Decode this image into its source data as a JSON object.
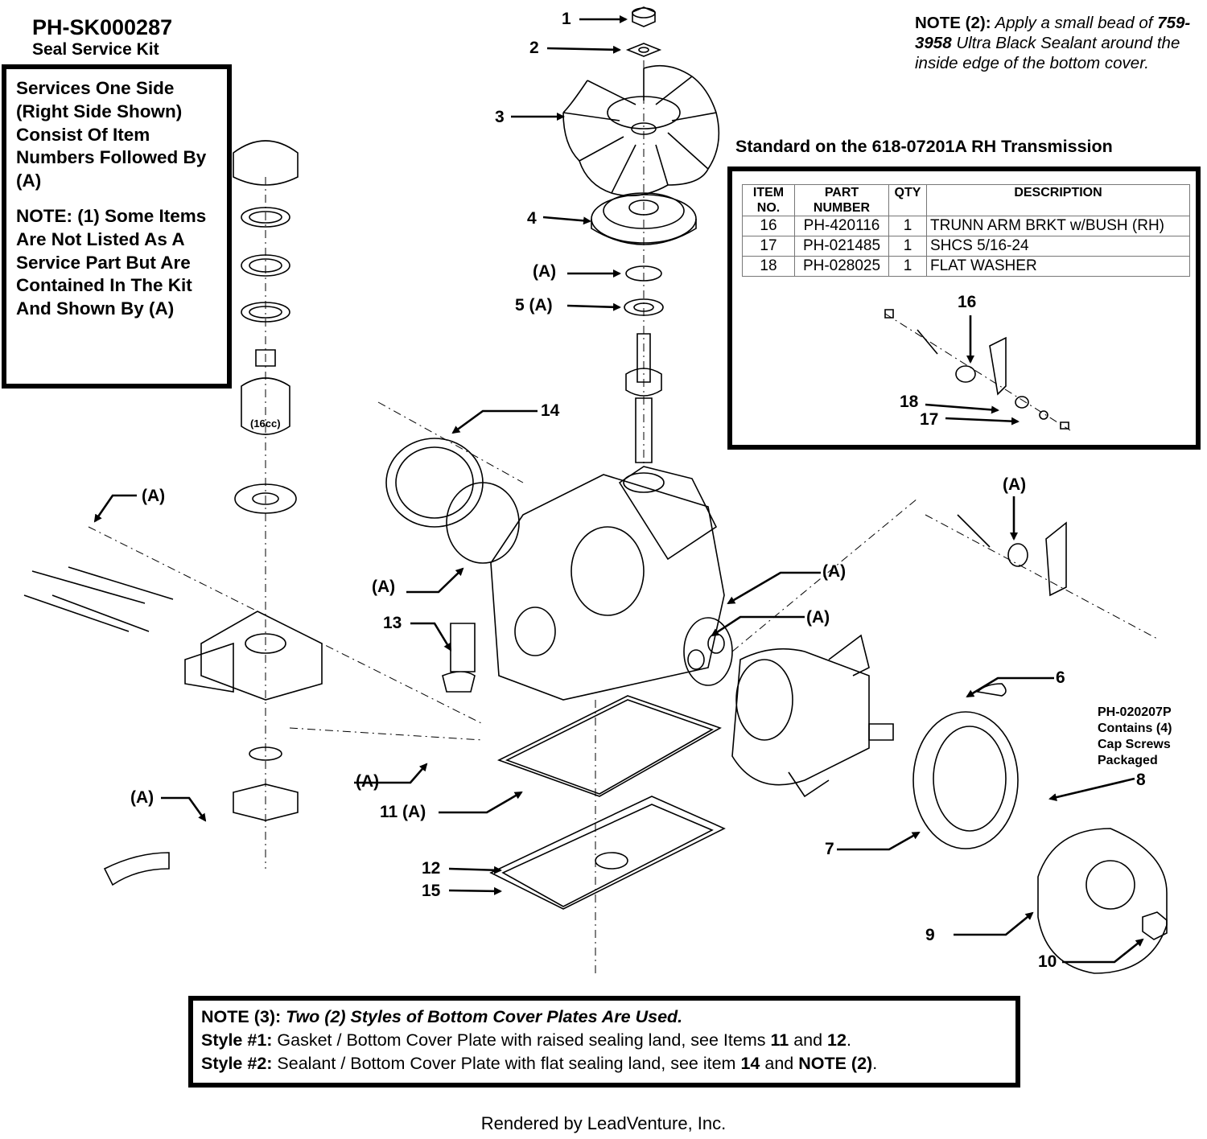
{
  "kit": {
    "part_number": "PH-SK000287",
    "name": "Seal Service Kit",
    "description": "Services One Side (Right Side Shown) Consist Of Item Numbers Followed By (A)",
    "note1": "NOTE: (1) Some Items Are Not Listed As A Service Part But Are Contained In The Kit And Shown By (A)"
  },
  "note2": {
    "label": "NOTE (2):",
    "text_before": "Apply a small bead of",
    "part": "759-3958",
    "text_after": "Ultra Black Sealant around the inside edge of the bottom cover."
  },
  "standard": {
    "title": "Standard on the 618-07201A RH Transmission",
    "headers": [
      "ITEM NO.",
      "PART NUMBER",
      "QTY",
      "DESCRIPTION"
    ],
    "rows": [
      {
        "item": "16",
        "part": "PH-420116",
        "qty": "1",
        "desc": "TRUNN ARM BRKT w/BUSH (RH)"
      },
      {
        "item": "17",
        "part": "PH-021485",
        "qty": "1",
        "desc": "SHCS 5/16-24"
      },
      {
        "item": "18",
        "part": "PH-028025",
        "qty": "1",
        "desc": "FLAT WASHER"
      }
    ]
  },
  "callouts": {
    "c1": "1",
    "c2": "2",
    "c3": "3",
    "c4": "4",
    "a_top": "(A)",
    "c5": "5 (A)",
    "c14": "14",
    "a_left": "(A)",
    "a_gasket": "(A)",
    "c13": "13",
    "a_mid1": "(A)",
    "a_mid2": "(A)",
    "a_right": "(A)",
    "c6": "6",
    "c8": "8",
    "c7": "7",
    "c9": "9",
    "c10": "10",
    "a_bottom": "(A)",
    "a_lower_left": "(A)",
    "c11": "11 (A)",
    "c12": "12",
    "c15": "15",
    "c16": "16",
    "c17": "17",
    "c18": "18",
    "hub_label": "(16cc)"
  },
  "screw_note": "PH-020207P Contains (4) Cap Screws Packaged",
  "note3": {
    "label": "NOTE (3):",
    "title": "Two (2) Styles of Bottom Cover Plates Are Used.",
    "style1_label": "Style #1:",
    "style1_text": "Gasket / Bottom Cover Plate with raised sealing land, see Items",
    "style1_i1": "11",
    "style1_and": "and",
    "style1_i2": "12",
    "style2_label": "Style #2:",
    "style2_text": "Sealant / Bottom Cover Plate with flat sealing land, see item",
    "style2_i1": "14",
    "style2_and": "and",
    "style2_note": "NOTE (2)"
  },
  "footer": "Rendered by LeadVenture, Inc."
}
